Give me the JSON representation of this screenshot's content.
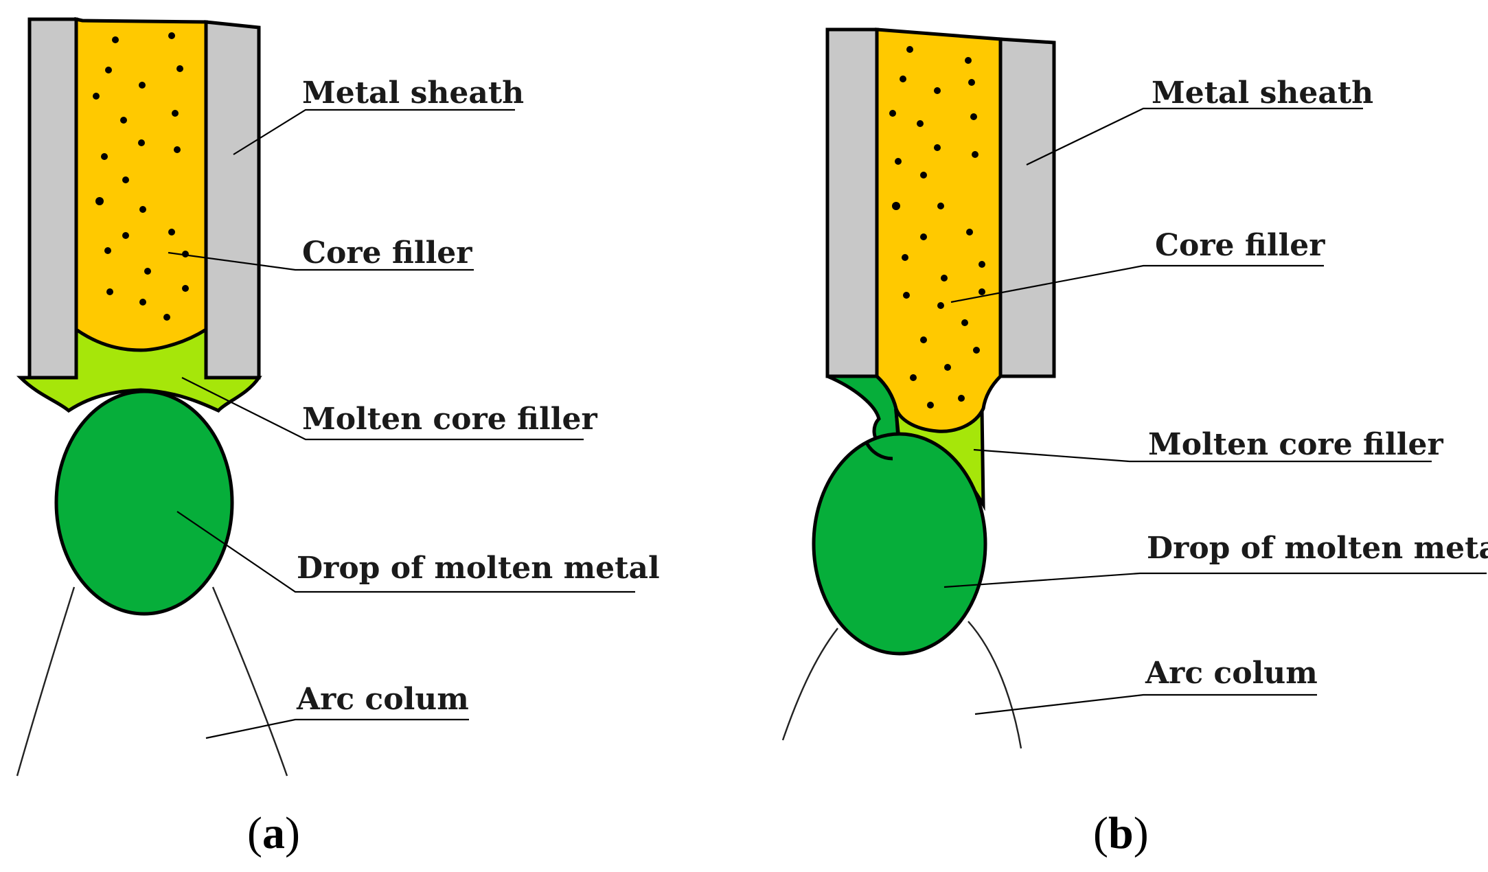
{
  "colors": {
    "sheath": "#c8c8c8",
    "core": "#ffc900",
    "molten_core": "#a6e60a",
    "drop": "#06ae3a",
    "outline": "#000000"
  },
  "panel_a": {
    "caption_open": "(",
    "caption_letter": "a",
    "caption_close": ")",
    "labels": {
      "metal_sheath": "Metal sheath",
      "core_filler": "Core filler",
      "molten_core_filler": "Molten core filler",
      "drop": "Drop of molten metal",
      "arc": "Arc colum"
    }
  },
  "panel_b": {
    "caption_open": "(",
    "caption_letter": "b",
    "caption_close": ")",
    "labels": {
      "metal_sheath": "Metal sheath",
      "core_filler": "Core filler",
      "molten_core_filler": "Molten core filler",
      "drop": "Drop of molten metal",
      "arc": "Arc colum"
    }
  }
}
